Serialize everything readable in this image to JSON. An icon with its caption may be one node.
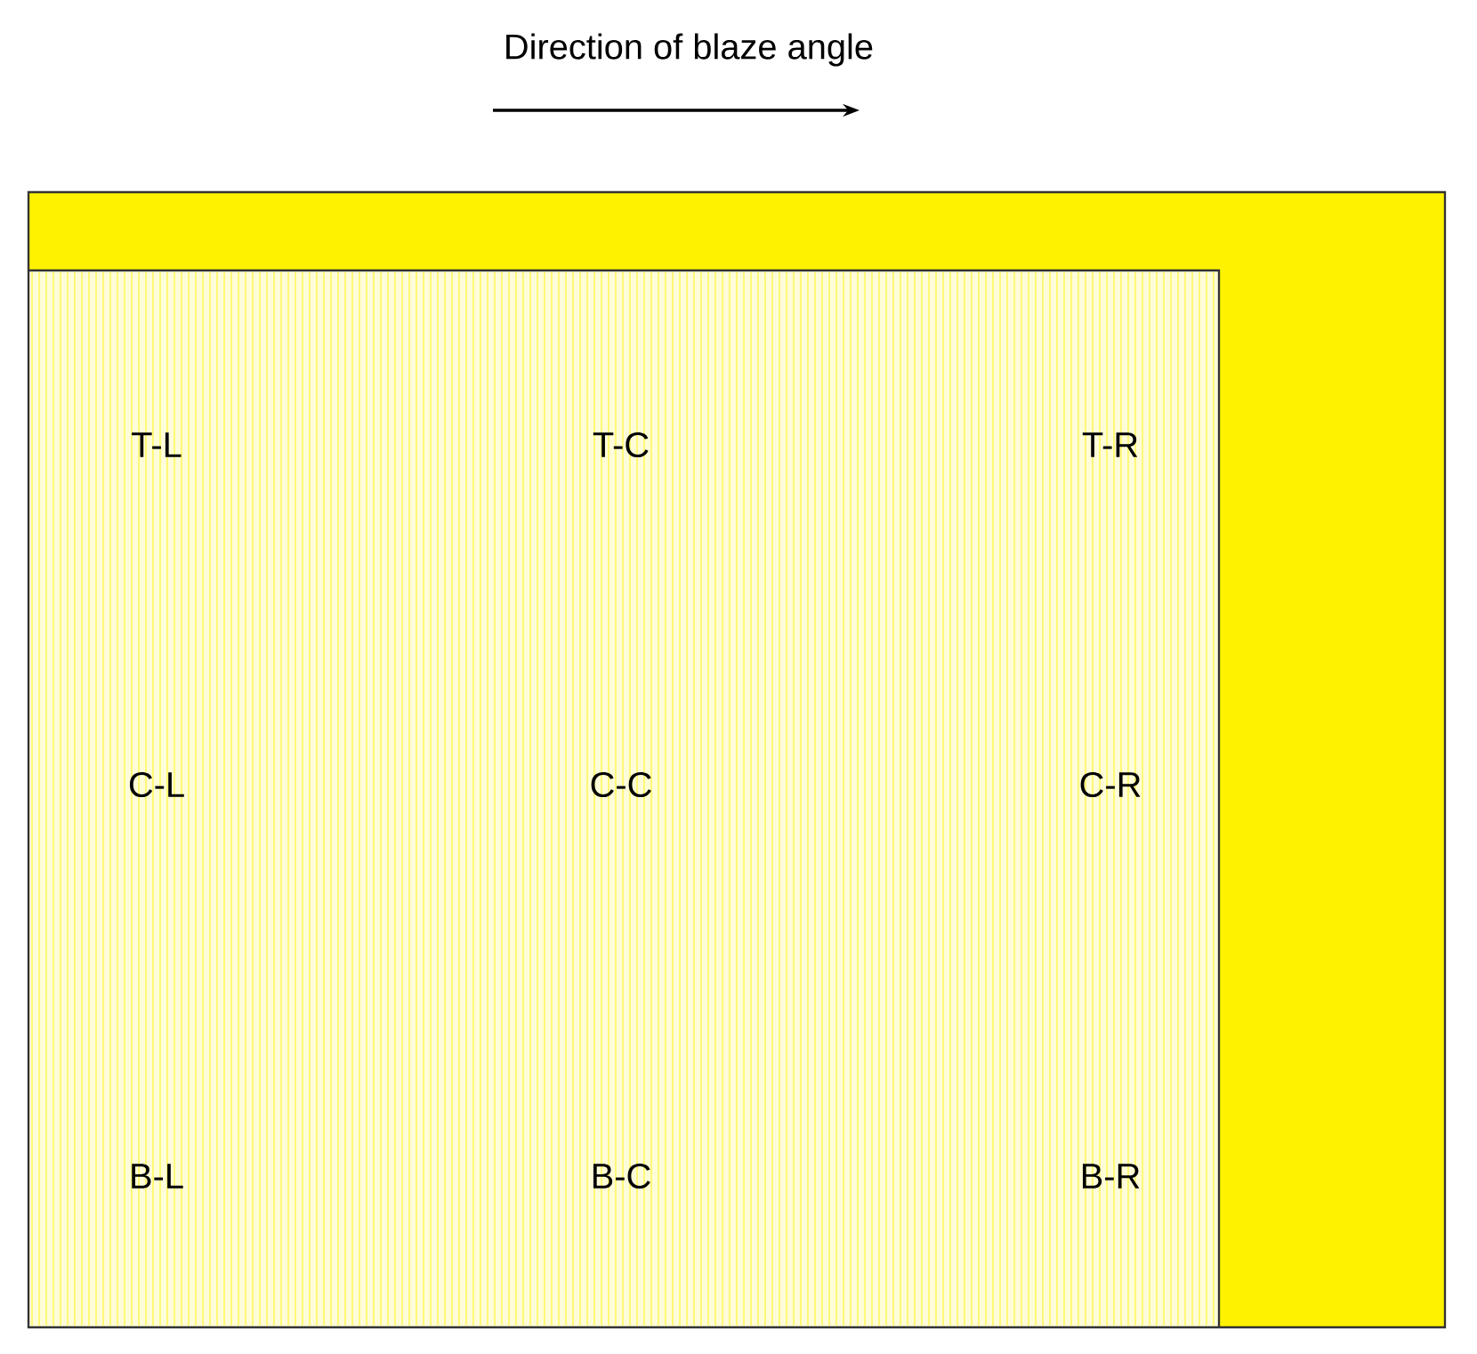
{
  "diagram": {
    "title": "Direction of blaze angle",
    "labels": [
      "T-L",
      "T-C",
      "T-R",
      "C-L",
      "C-C",
      "C-R",
      "B-L",
      "B-C",
      "B-R"
    ]
  }
}
